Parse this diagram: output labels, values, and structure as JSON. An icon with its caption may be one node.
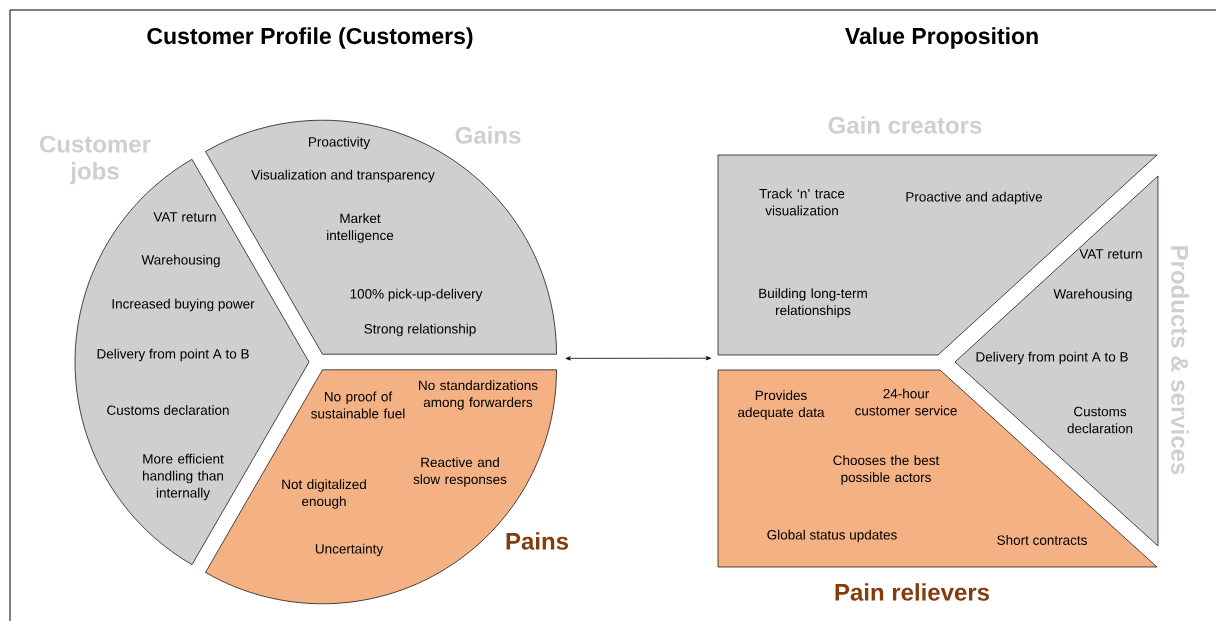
{
  "diagram": {
    "nodes": [
      {
        "text": [
          "Customer jobs",
          "VAT return",
          "Warehousing",
          "Increased buying power",
          "Delivery from point A to B",
          "Customs declaration",
          "More efficient handling than internally"
        ]
      },
      {
        "text": [
          "Gains",
          "Proactivity",
          "Visualization and transparency",
          "Market intelligence",
          "100% pick-up-delivery",
          "Strong relationship"
        ]
      },
      {
        "text": [
          "Pains",
          "No proof of sustainable fuel",
          "No standardizations among forwarders",
          "Reactive and slow responses",
          "Not digitalized enough",
          "Uncertainty"
        ]
      },
      {
        "text": [
          "Gain creators",
          "Track ‘n’ trace visualization",
          "Proactive and adaptive",
          "Building long-term relationships"
        ]
      },
      {
        "text": [
          "Products & services",
          "VAT return",
          "Warehousing",
          "Delivery from point A to B",
          "Customs declaration"
        ]
      },
      {
        "text": [
          "Pain relievers",
          "Provides adequate data",
          "24-hour customer service",
          "Chooses the best possible actors",
          "Global status updates",
          "Short contracts"
        ]
      }
    ],
    "edges": [
      {
        "from": 1,
        "to": 3,
        "arrow": "both"
      }
    ],
    "labels": [
      "Customer Profile (Customers)",
      "Value Proposition"
    ]
  }
}
